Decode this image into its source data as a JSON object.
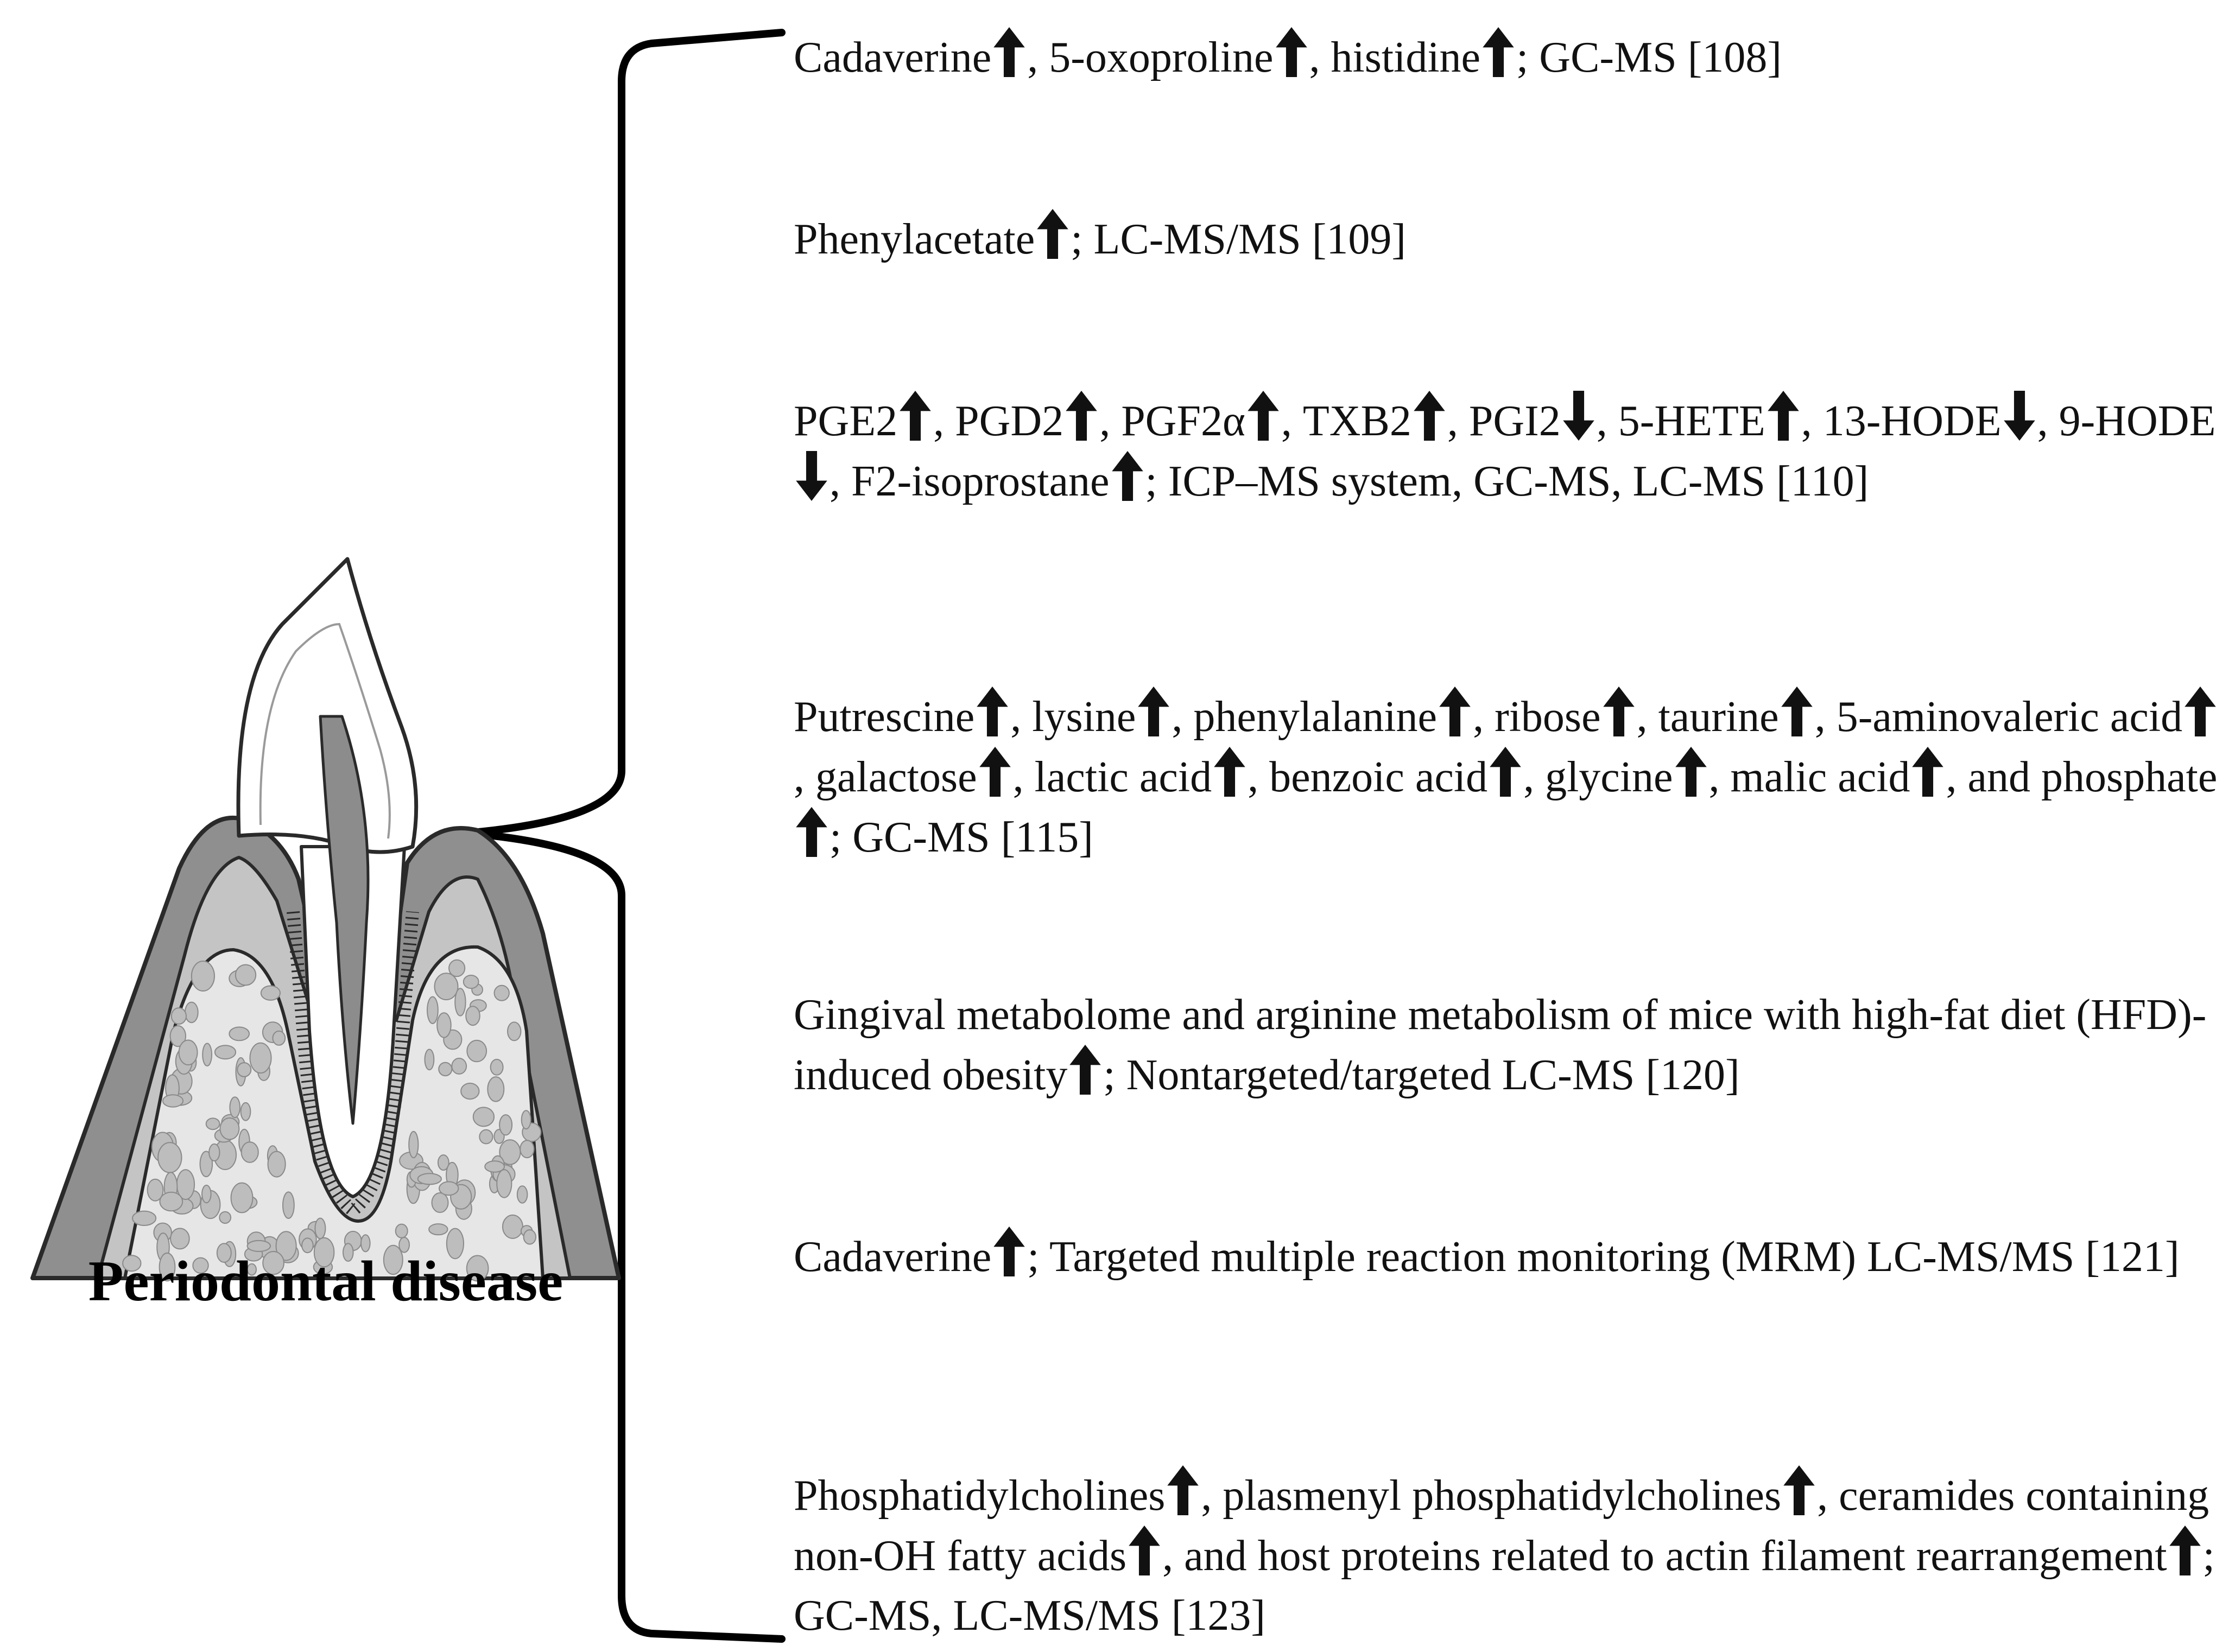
{
  "diagram_label": "Periodontal disease",
  "entries": [
    {
      "id": "e1",
      "parts": [
        "Cadaverine",
        "up",
        ",  5-oxoproline",
        "up",
        ",  histidine",
        "up",
        "; GC-MS [108]"
      ]
    },
    {
      "id": "e2",
      "parts": [
        "Phenylacetate",
        "up",
        "; LC-MS/MS [109]"
      ]
    },
    {
      "id": "e3",
      "parts": [
        "PGE2",
        "up",
        ",  PGD2",
        "up",
        ",  PGF2α",
        "up",
        ", TXB2",
        "up",
        ", PGI2",
        "down",
        ",  5-HETE",
        "up",
        ",  13-HODE",
        "down",
        ",  9-HODE",
        "down",
        ", F2-isoprostane",
        "up",
        "; ICP–MS system, GC-MS, LC-MS [110]"
      ]
    },
    {
      "id": "e4",
      "parts": [
        "Putrescine",
        "up",
        ",  lysine",
        "up",
        ",  phenylalanine",
        "up",
        ",  ribose",
        "up",
        ", taurine",
        "up",
        ",  5-aminovaleric acid",
        "up",
        ",  galactose",
        "up",
        ",  lactic acid",
        "up",
        ", benzoic acid",
        "up",
        ",  glycine",
        "up",
        ",  malic acid",
        "up",
        ",  and phosphate",
        "up",
        "; GC-MS [115]"
      ]
    },
    {
      "id": "e5",
      "parts": [
        "Gingival metabolome and arginine metabolism of mice with high-fat diet (HFD)-induced obesity",
        "up",
        "; Nontargeted/targeted LC-MS [120]"
      ]
    },
    {
      "id": "e6",
      "parts": [
        "Cadaverine",
        "up",
        "; Targeted multiple reaction monitoring (MRM) LC-MS/MS [121]"
      ]
    },
    {
      "id": "e7",
      "parts": [
        "Phosphatidylcholines",
        "up",
        ",  plasmenyl phosphatidylcholines",
        "up",
        ", ceramides containing non-OH fatty acids",
        "up",
        ", and host proteins related to actin filament rearrangement",
        "up",
        "; GC-MS, LC-MS/MS [123]"
      ]
    }
  ],
  "colors": {
    "text": "#111111",
    "enamel": "#ffffff",
    "pulp": "#8c8c8c",
    "outer_gum": "#8f8f8f",
    "inner_gum": "#c4c4c4",
    "bone": "#e6e6e6",
    "bone_pores": "#bdbdbd",
    "outline": "#2a2a2a"
  }
}
